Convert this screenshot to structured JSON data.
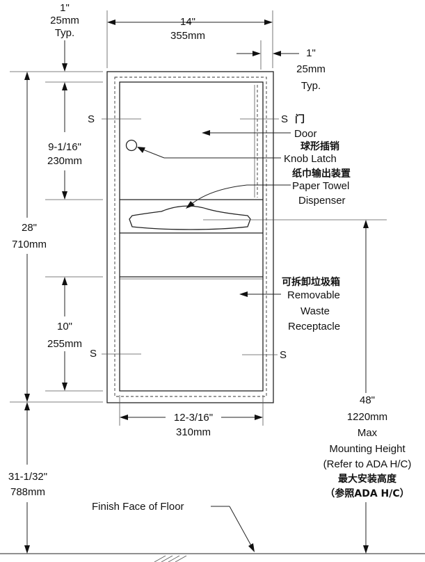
{
  "dimensions": {
    "top_left_margin": {
      "imperial": "1\"",
      "metric": "25mm",
      "note": "Typ."
    },
    "overall_width": {
      "imperial": "14\"",
      "metric": "355mm"
    },
    "right_margin": {
      "imperial": "1\"",
      "metric": "25mm",
      "note": "Typ."
    },
    "door_height": {
      "imperial": "9-1/16\"",
      "metric": "230mm"
    },
    "overall_height": {
      "imperial": "28\"",
      "metric": "710mm"
    },
    "receptacle_height": {
      "imperial": "10\"",
      "metric": "255mm"
    },
    "inner_width": {
      "imperial": "12-3/16\"",
      "metric": "310mm"
    },
    "floor_clearance": {
      "imperial": "31-1/32\"",
      "metric": "788mm"
    },
    "max_mounting_height": {
      "imperial": "48\"",
      "metric": "1220mm",
      "line1": "Max",
      "line2": "Mounting Height",
      "line3": "(Refer to ADA H/C)",
      "cn_line1": "最大安装高度",
      "cn_line2": "（参照ADA H/C）"
    }
  },
  "labels": {
    "door": {
      "cn": "门",
      "en": "Door"
    },
    "knob_latch": {
      "cn": "球形插销",
      "en": "Knob Latch"
    },
    "dispenser": {
      "cn": "纸巾输出装置",
      "en1": "Paper Towel",
      "en2": "Dispenser"
    },
    "receptacle": {
      "cn": "可拆卸垃圾箱",
      "en1": "Removable",
      "en2": "Waste",
      "en3": "Receptacle"
    },
    "floor": "Finish Face of Floor",
    "screw_mark": "S"
  }
}
